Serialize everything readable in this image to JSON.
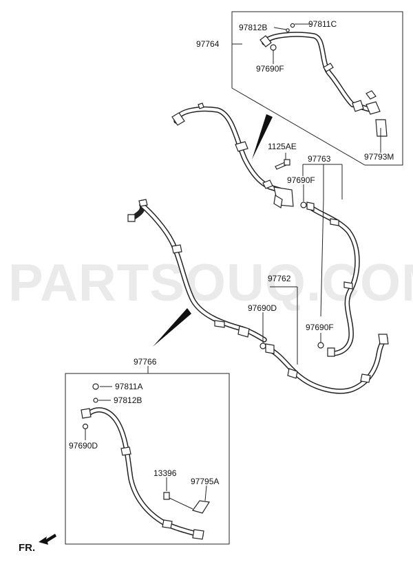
{
  "watermark": "PARTSOUQ.COM",
  "direction_label": "FR.",
  "labels": {
    "p97811C_top": "97811C",
    "p97812B_top": "97812B",
    "p97764": "97764",
    "p97690F_top": "97690F",
    "p97793M": "97793M",
    "p1125AE": "1125AE",
    "p97763": "97763",
    "p97690F_mid": "97690F",
    "p97762": "97762",
    "p97690D_mid": "97690D",
    "p97690F_low": "97690F",
    "p97766": "97766",
    "p97811A": "97811A",
    "p97812B_bot": "97812B",
    "p97690D_bot": "97690D",
    "p13396": "13396",
    "p97795A": "97795A"
  }
}
